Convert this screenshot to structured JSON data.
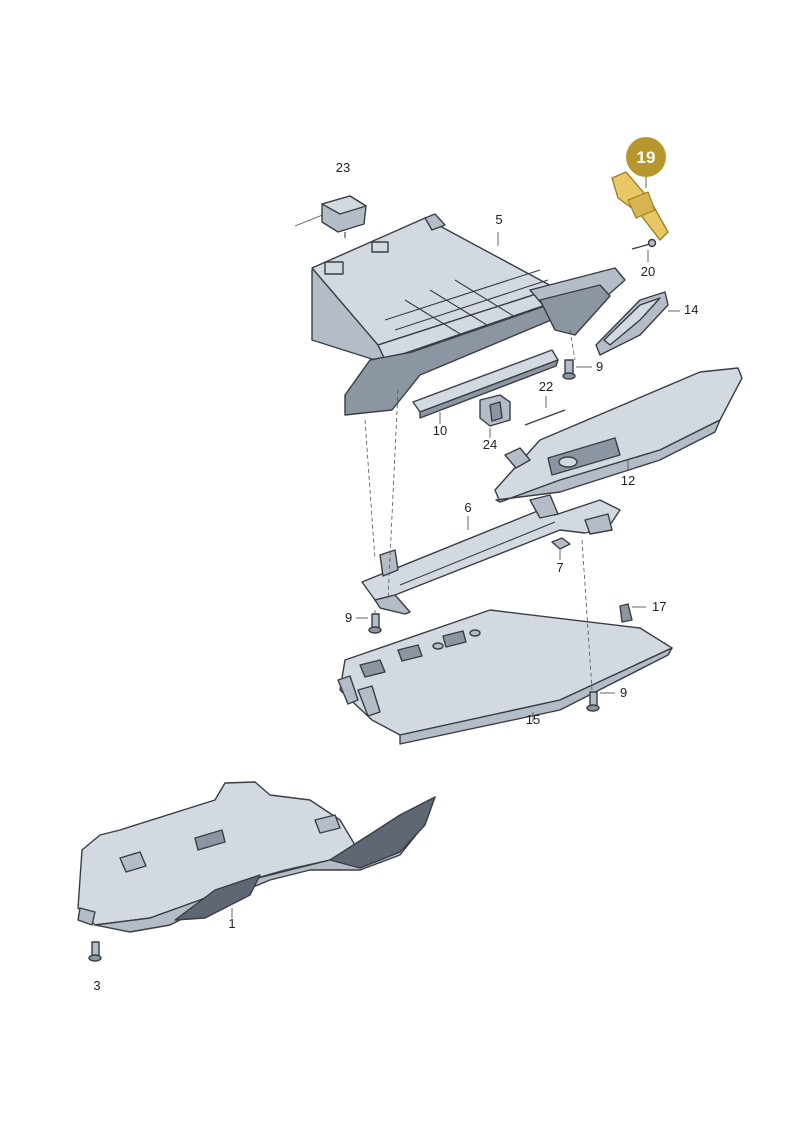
{
  "highlight": {
    "label": "19",
    "color": "#b8962e"
  },
  "callouts": {
    "c1": "1",
    "c3": "3",
    "c5": "5",
    "c6": "6",
    "c7": "7",
    "c9a": "9",
    "c9b": "9",
    "c9c": "9",
    "c10": "10",
    "c12": "12",
    "c14": "14",
    "c15": "15",
    "c17": "17",
    "c20": "20",
    "c22": "22",
    "c23": "23",
    "c24": "24"
  }
}
